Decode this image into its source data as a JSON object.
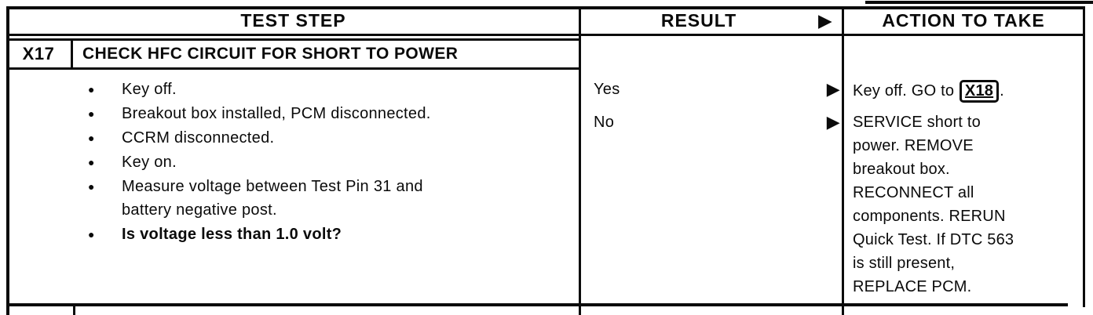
{
  "header": {
    "test_step": "TEST STEP",
    "result": "RESULT",
    "action": "ACTION TO TAKE",
    "arrow": "▶"
  },
  "test_step": {
    "step_id": "X17",
    "title": "CHECK HFC CIRCUIT FOR SHORT TO POWER",
    "bullet": "●",
    "items": [
      "Key off.",
      "Breakout box installed, PCM disconnected.",
      "CCRM disconnected.",
      "Key on.",
      "Measure voltage between Test Pin 31 and\nbattery negative post.",
      "Is voltage less than 1.0 volt?"
    ]
  },
  "result": {
    "rows": [
      {
        "label": "Yes",
        "arrow": "▶"
      },
      {
        "label": "No",
        "arrow": "▶"
      }
    ]
  },
  "action": {
    "yes": {
      "prefix": "Key off. GO to ",
      "step_ref": "X18",
      "suffix": "."
    },
    "no": "SERVICE short to\npower. REMOVE\nbreakout box.\nRECONNECT all\ncomponents. RERUN\nQuick Test. If DTC 563\nis still present,\nREPLACE PCM."
  },
  "colors": {
    "ink": "#0b0b0b",
    "paper": "#ffffff"
  }
}
